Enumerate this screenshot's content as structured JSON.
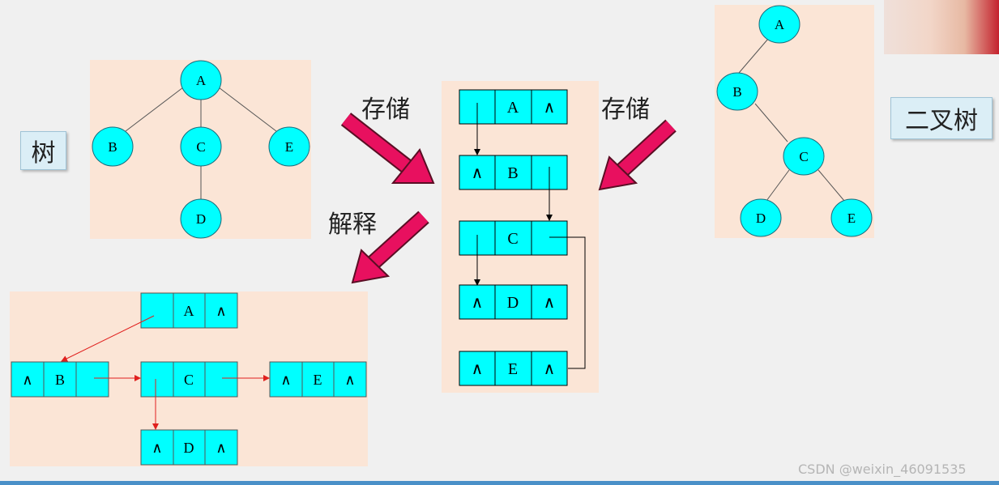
{
  "labels": {
    "tree": "树",
    "binary_tree": "二叉树",
    "store_left": "存储",
    "store_right": "存储",
    "explain": "解释"
  },
  "null_symbol": "∧",
  "tree": {
    "nodes": [
      "A",
      "B",
      "C",
      "E",
      "D"
    ]
  },
  "binary_tree": {
    "nodes": [
      "A",
      "B",
      "C",
      "D",
      "E"
    ]
  },
  "storage": {
    "rows": [
      [
        "",
        "A",
        "∧"
      ],
      [
        "∧",
        "B",
        ""
      ],
      [
        "",
        "C",
        ""
      ],
      [
        "∧",
        "D",
        "∧"
      ],
      [
        "∧",
        "E",
        "∧"
      ]
    ]
  },
  "explanation": {
    "rows": [
      [
        "",
        "A",
        "∧"
      ],
      [
        "∧",
        "B",
        ""
      ],
      [
        "",
        "C",
        ""
      ],
      [
        "∧",
        "E",
        "∧"
      ],
      [
        "∧",
        "D",
        "∧"
      ]
    ]
  },
  "watermark": "CSDN @weixin_46091535",
  "colors": {
    "node_fill": "#00ffff",
    "panel": "#fbe5d6",
    "arrow": "#e0105a",
    "red_line": "#e0201e"
  }
}
